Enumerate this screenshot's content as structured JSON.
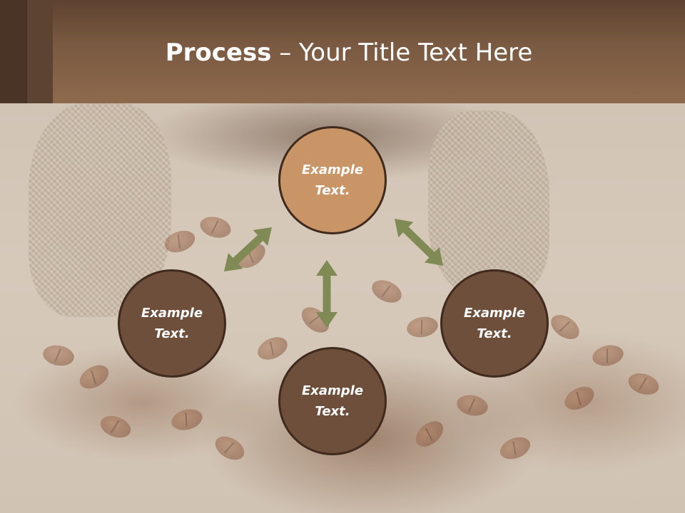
{
  "slide": {
    "title_strong": "Process",
    "title_rest": " – Your Title Text Here"
  },
  "diagram": {
    "nodes": [
      {
        "id": "top",
        "label": "Example Text.",
        "color": "#c99466"
      },
      {
        "id": "left",
        "label": "Example Text.",
        "color": "#6e4f3b"
      },
      {
        "id": "right",
        "label": "Example Text.",
        "color": "#6e4f3b"
      },
      {
        "id": "bottom",
        "label": "Example Text.",
        "color": "#6e4f3b"
      }
    ],
    "arrow_color": "#7f8a55",
    "arrows": [
      "left-top",
      "top-right",
      "top-bottom"
    ]
  },
  "theme": {
    "header_color": "#7a5a42",
    "node_border_color": "#3f2a1d"
  }
}
